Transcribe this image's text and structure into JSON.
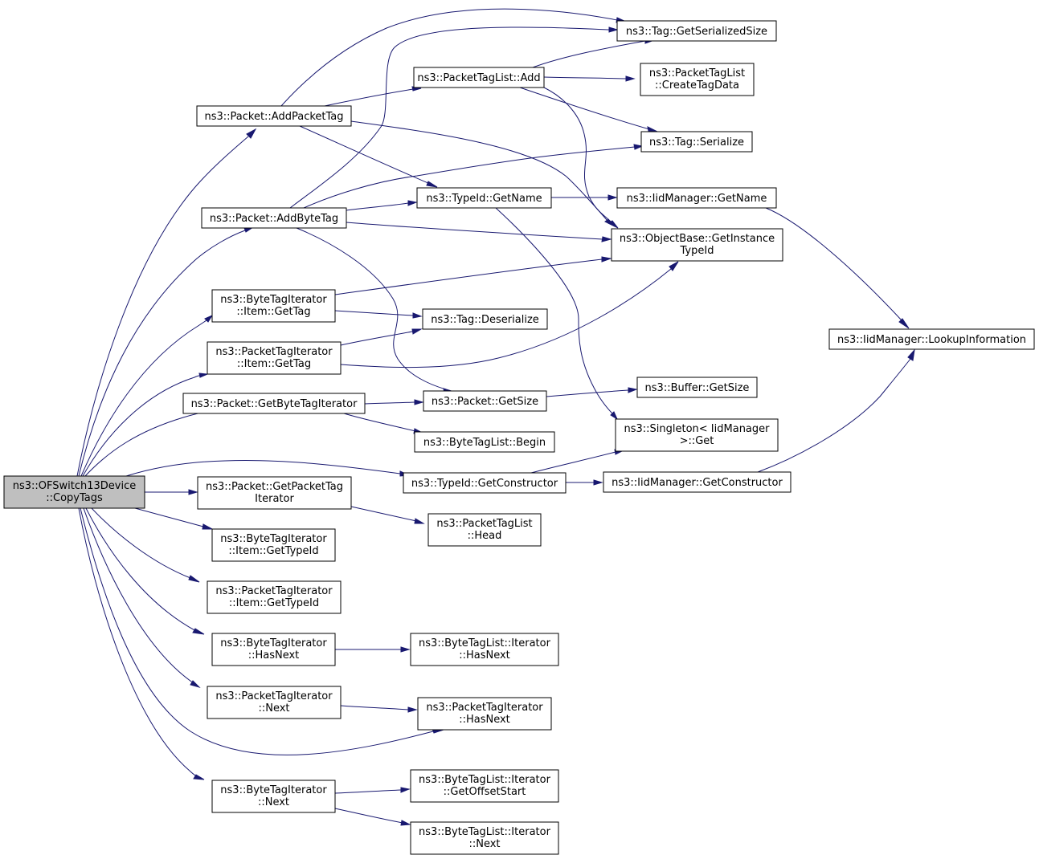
{
  "diagram": {
    "type": "call-graph",
    "colors": {
      "edge": "#191970",
      "node_fill": "#ffffff",
      "root_fill": "#bfbfbf",
      "node_border": "#000000"
    },
    "nodes": [
      {
        "id": "copytags",
        "lines": [
          "ns3::OFSwitch13Device",
          "::CopyTags"
        ],
        "root": true
      },
      {
        "id": "addpackettag",
        "lines": [
          "ns3::Packet::AddPacketTag"
        ]
      },
      {
        "id": "addbytetag",
        "lines": [
          "ns3::Packet::AddByteTag"
        ]
      },
      {
        "id": "btiitemgettag",
        "lines": [
          "ns3::ByteTagIterator",
          "::Item::GetTag"
        ]
      },
      {
        "id": "ptiitemgettag",
        "lines": [
          "ns3::PacketTagIterator",
          "::Item::GetTag"
        ]
      },
      {
        "id": "getbytetagiterator",
        "lines": [
          "ns3::Packet::GetByteTagIterator"
        ]
      },
      {
        "id": "getpackettagiterator",
        "lines": [
          "ns3::Packet::GetPacketTag",
          "Iterator"
        ]
      },
      {
        "id": "btiitemgettypeid",
        "lines": [
          "ns3::ByteTagIterator",
          "::Item::GetTypeId"
        ]
      },
      {
        "id": "ptiitemgettypeid",
        "lines": [
          "ns3::PacketTagIterator",
          "::Item::GetTypeId"
        ]
      },
      {
        "id": "btihasnext",
        "lines": [
          "ns3::ByteTagIterator",
          "::HasNext"
        ]
      },
      {
        "id": "ptinext",
        "lines": [
          "ns3::PacketTagIterator",
          "::Next"
        ]
      },
      {
        "id": "btinext",
        "lines": [
          "ns3::ByteTagIterator",
          "::Next"
        ]
      },
      {
        "id": "ptladd",
        "lines": [
          "ns3::PacketTagList::Add"
        ]
      },
      {
        "id": "typeidgetname",
        "lines": [
          "ns3::TypeId::GetName"
        ]
      },
      {
        "id": "tagdeserialize",
        "lines": [
          "ns3::Tag::Deserialize"
        ]
      },
      {
        "id": "packetgetsize",
        "lines": [
          "ns3::Packet::GetSize"
        ]
      },
      {
        "id": "btlbegin",
        "lines": [
          "ns3::ByteTagList::Begin"
        ]
      },
      {
        "id": "typeidgetconstructor",
        "lines": [
          "ns3::TypeId::GetConstructor"
        ]
      },
      {
        "id": "ptlhead",
        "lines": [
          "ns3::PacketTagList",
          "::Head"
        ]
      },
      {
        "id": "btlithasnext",
        "lines": [
          "ns3::ByteTagList::Iterator",
          "::HasNext"
        ]
      },
      {
        "id": "ptihasnext",
        "lines": [
          "ns3::PacketTagIterator",
          "::HasNext"
        ]
      },
      {
        "id": "btlitgetoffsetstart",
        "lines": [
          "ns3::ByteTagList::Iterator",
          "::GetOffsetStart"
        ]
      },
      {
        "id": "btlitnext",
        "lines": [
          "ns3::ByteTagList::Iterator",
          "::Next"
        ]
      },
      {
        "id": "taggetserializedsize",
        "lines": [
          "ns3::Tag::GetSerializedSize"
        ]
      },
      {
        "id": "ptlcreatetagdata",
        "lines": [
          "ns3::PacketTagList",
          "::CreateTagData"
        ]
      },
      {
        "id": "tagserialize",
        "lines": [
          "ns3::Tag::Serialize"
        ]
      },
      {
        "id": "iidgetname",
        "lines": [
          "ns3::IidManager::GetName"
        ]
      },
      {
        "id": "objectbasegetinstancetypeid",
        "lines": [
          "ns3::ObjectBase::GetInstance",
          "TypeId"
        ]
      },
      {
        "id": "buffergetsize",
        "lines": [
          "ns3::Buffer::GetSize"
        ]
      },
      {
        "id": "singletonget",
        "lines": [
          "ns3::Singleton< IidManager",
          ">::Get"
        ]
      },
      {
        "id": "iidgetconstructor",
        "lines": [
          "ns3::IidManager::GetConstructor"
        ]
      },
      {
        "id": "iidlookupinformation",
        "lines": [
          "ns3::IidManager::LookupInformation"
        ]
      }
    ],
    "edges": [
      [
        "copytags",
        "addpackettag"
      ],
      [
        "copytags",
        "addbytetag"
      ],
      [
        "copytags",
        "btiitemgettag"
      ],
      [
        "copytags",
        "ptiitemgettag"
      ],
      [
        "copytags",
        "getbytetagiterator"
      ],
      [
        "copytags",
        "typeidgetconstructor"
      ],
      [
        "copytags",
        "getpackettagiterator"
      ],
      [
        "copytags",
        "btiitemgettypeid"
      ],
      [
        "copytags",
        "ptiitemgettypeid"
      ],
      [
        "copytags",
        "btihasnext"
      ],
      [
        "copytags",
        "ptinext"
      ],
      [
        "copytags",
        "ptihasnext"
      ],
      [
        "copytags",
        "btinext"
      ],
      [
        "addpackettag",
        "taggetserializedsize"
      ],
      [
        "addpackettag",
        "ptladd"
      ],
      [
        "addpackettag",
        "typeidgetname"
      ],
      [
        "addpackettag",
        "objectbasegetinstancetypeid"
      ],
      [
        "addbytetag",
        "taggetserializedsize"
      ],
      [
        "addbytetag",
        "tagserialize"
      ],
      [
        "addbytetag",
        "typeidgetname"
      ],
      [
        "addbytetag",
        "objectbasegetinstancetypeid"
      ],
      [
        "addbytetag",
        "packetgetsize"
      ],
      [
        "ptladd",
        "taggetserializedsize"
      ],
      [
        "ptladd",
        "ptlcreatetagdata"
      ],
      [
        "ptladd",
        "tagserialize"
      ],
      [
        "ptladd",
        "objectbasegetinstancetypeid"
      ],
      [
        "typeidgetname",
        "iidgetname"
      ],
      [
        "typeidgetname",
        "singletonget"
      ],
      [
        "iidgetname",
        "iidlookupinformation"
      ],
      [
        "btiitemgettag",
        "objectbasegetinstancetypeid"
      ],
      [
        "btiitemgettag",
        "tagdeserialize"
      ],
      [
        "ptiitemgettag",
        "tagdeserialize"
      ],
      [
        "ptiitemgettag",
        "objectbasegetinstancetypeid"
      ],
      [
        "getbytetagiterator",
        "packetgetsize"
      ],
      [
        "getbytetagiterator",
        "btlbegin"
      ],
      [
        "packetgetsize",
        "buffergetsize"
      ],
      [
        "typeidgetconstructor",
        "singletonget"
      ],
      [
        "typeidgetconstructor",
        "iidgetconstructor"
      ],
      [
        "iidgetconstructor",
        "iidlookupinformation"
      ],
      [
        "getpackettagiterator",
        "ptlhead"
      ],
      [
        "btihasnext",
        "btlithasnext"
      ],
      [
        "ptinext",
        "ptihasnext"
      ],
      [
        "btinext",
        "btlitgetoffsetstart"
      ],
      [
        "btinext",
        "btlitnext"
      ]
    ]
  }
}
